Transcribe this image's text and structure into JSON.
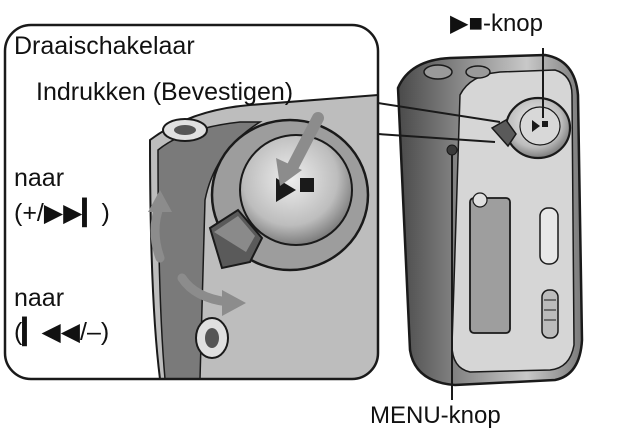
{
  "labels": {
    "dial_title": "Draaischakelaar",
    "press_confirm": "Indrukken (Bevestigen)",
    "toward_next_1": "naar",
    "toward_next_2": "(+/▶▶▎)",
    "toward_prev_1": "naar",
    "toward_prev_2": "(▎◀◀/–)",
    "play_stop_button": "▶■-knop",
    "menu_button": "MENU-knop"
  },
  "colors": {
    "line": "#1a1a1a",
    "body_gray": "#6a6a6a",
    "mid_gray": "#9a9a9a",
    "light_gray": "#d9d9d9",
    "arrow_gray": "#8c8c8c"
  }
}
